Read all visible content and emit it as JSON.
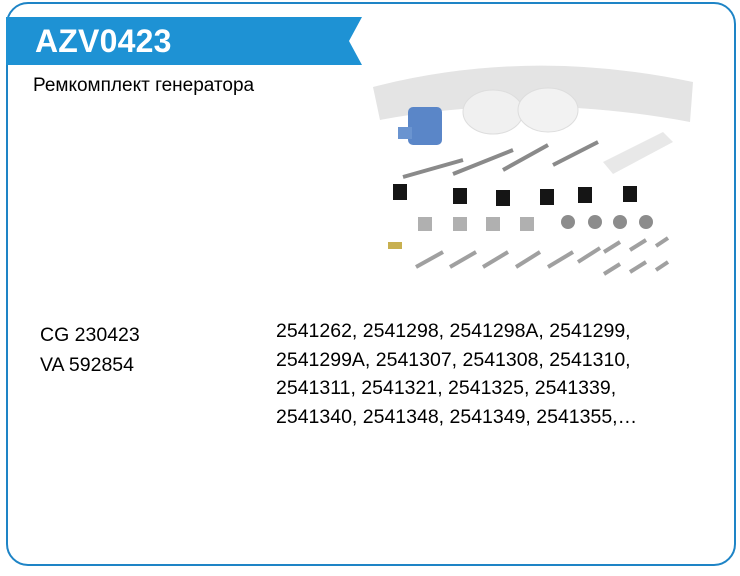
{
  "product": {
    "article": "AZV0423",
    "description": "Ремкомплект генератора",
    "cross_references": [
      "CG 230423",
      "VA 592854"
    ],
    "oe_numbers": "2541262, 2541298, 2541298A, 2541299, 2541299A, 2541307, 2541308, 2541310, 2541311, 2541321, 2541325, 2541339, 2541340, 2541348, 2541349, 2541355,…"
  },
  "colors": {
    "accent": "#1e92d4",
    "border": "#1e84c6"
  }
}
